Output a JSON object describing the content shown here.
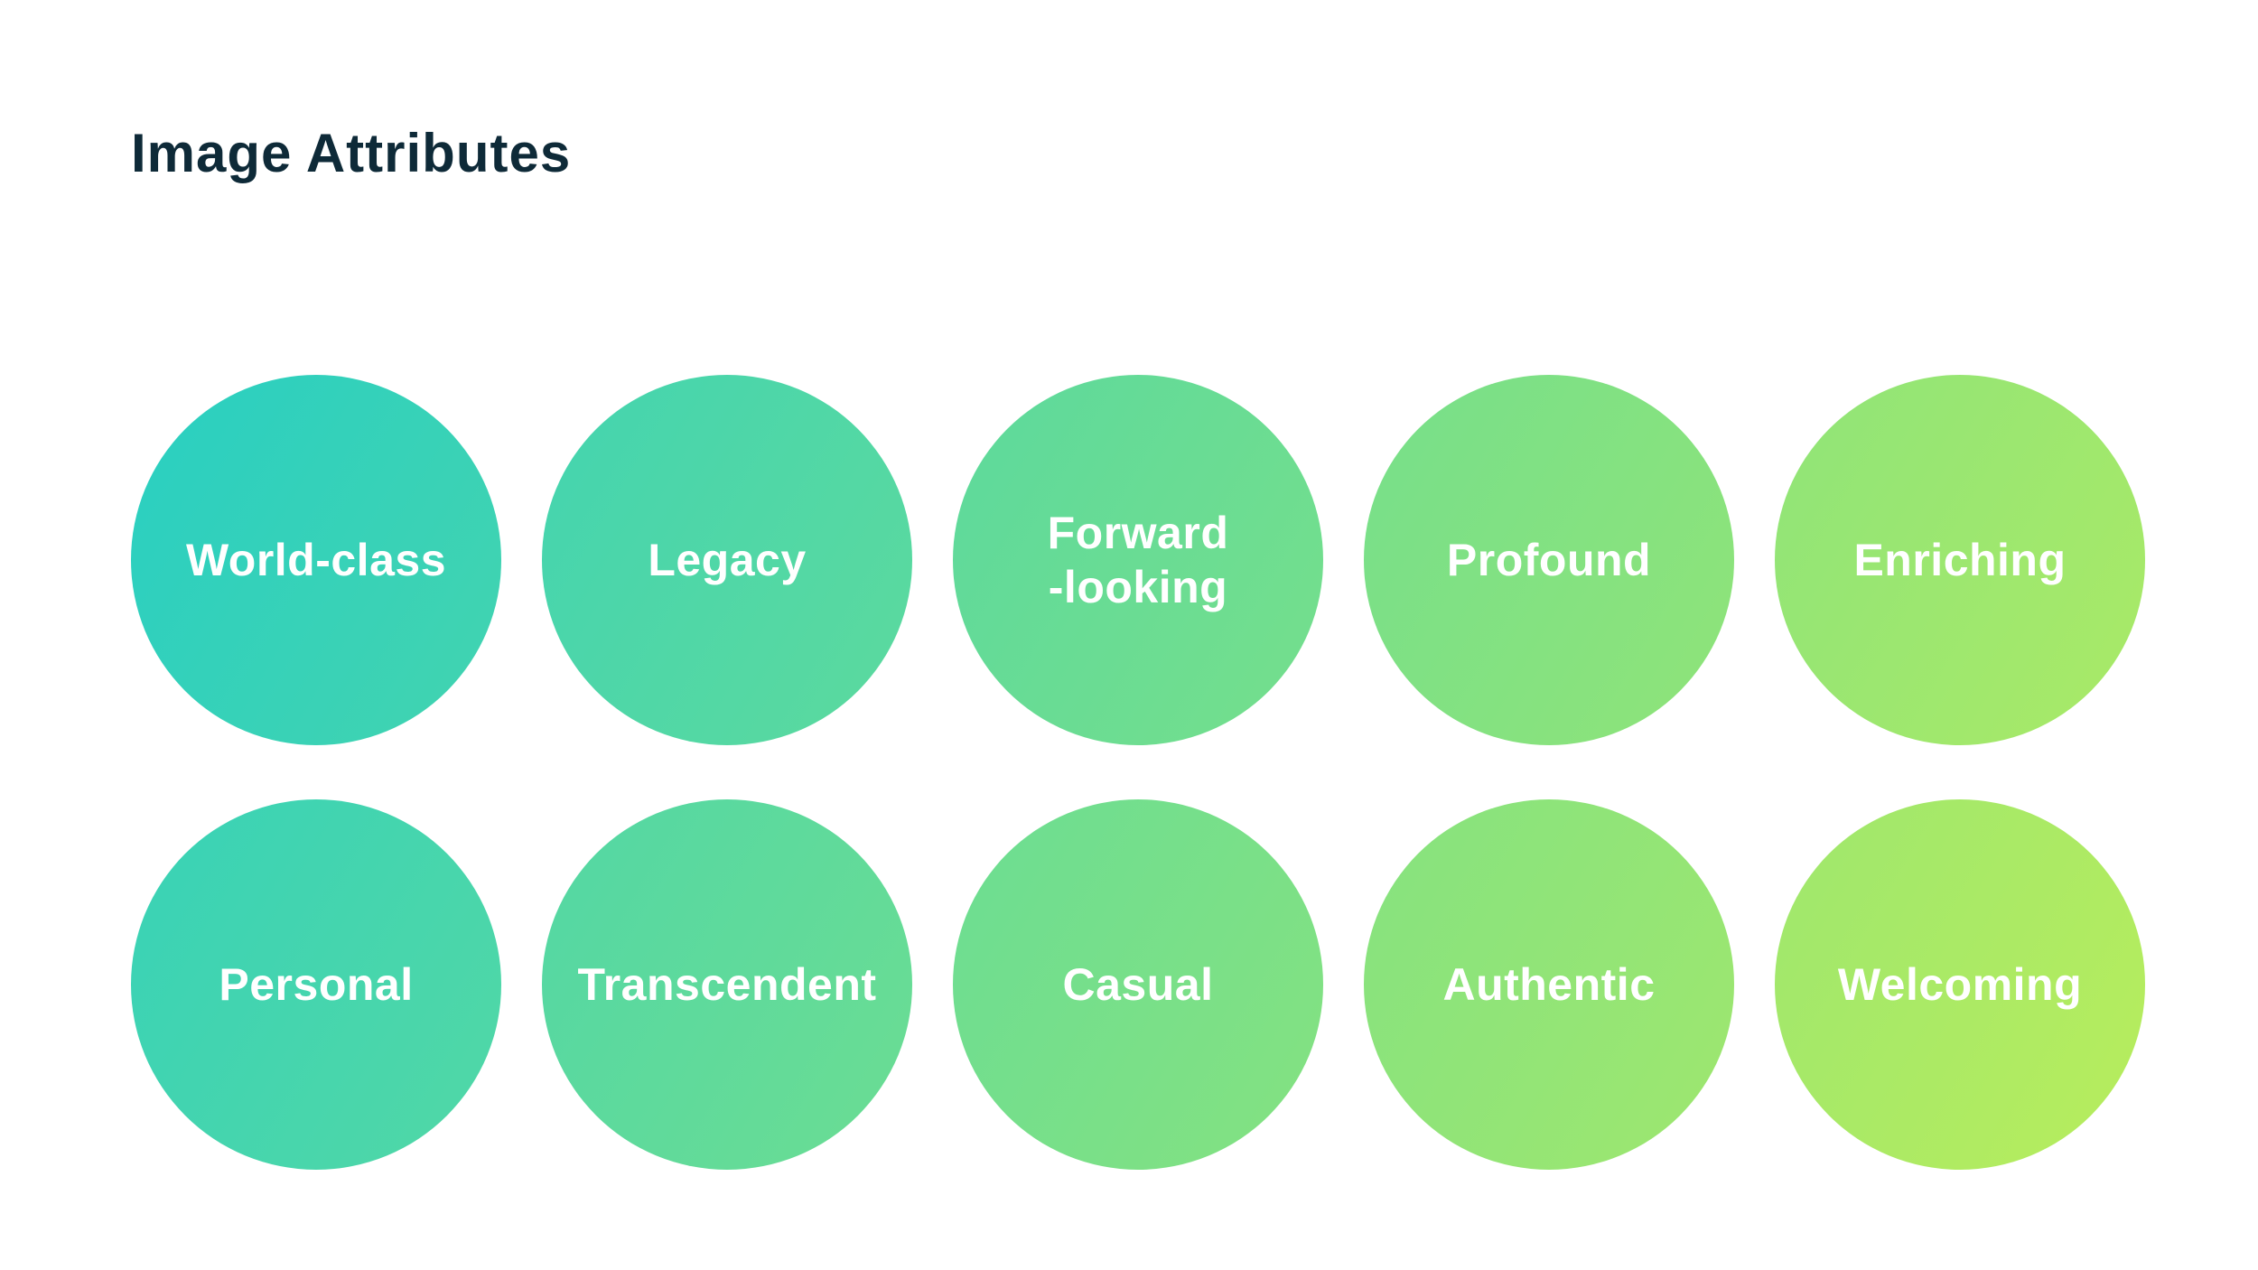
{
  "page": {
    "title": "Image Attributes",
    "title_color": "#0E2A38",
    "background_color": "#FFFFFF",
    "circle_text_color": "#FFFFFF",
    "gradient_angle_deg": 120
  },
  "circles": [
    {
      "label": "World-class",
      "row": 1,
      "col": 1,
      "gradient": [
        "#29CFC2",
        "#43D4AF"
      ]
    },
    {
      "label": "Legacy",
      "row": 1,
      "col": 2,
      "gradient": [
        "#43D4B0",
        "#5DDA9D"
      ]
    },
    {
      "label": "Forward\n-looking",
      "row": 1,
      "col": 3,
      "gradient": [
        "#5CD99D",
        "#76DF8B"
      ]
    },
    {
      "label": "Profound",
      "row": 1,
      "col": 4,
      "gradient": [
        "#76DF8B",
        "#90E478"
      ]
    },
    {
      "label": "Enriching",
      "row": 1,
      "col": 5,
      "gradient": [
        "#8FE479",
        "#AAEA66"
      ]
    },
    {
      "label": "Personal",
      "row": 2,
      "col": 1,
      "gradient": [
        "#38D2B7",
        "#52D8A5"
      ]
    },
    {
      "label": "Transcendent",
      "row": 2,
      "col": 2,
      "gradient": [
        "#52D7A5",
        "#6CDD92"
      ]
    },
    {
      "label": "Casual",
      "row": 2,
      "col": 3,
      "gradient": [
        "#6BDD93",
        "#85E280"
      ]
    },
    {
      "label": "Authentic",
      "row": 2,
      "col": 4,
      "gradient": [
        "#85E280",
        "#9FE76E"
      ]
    },
    {
      "label": "Welcoming",
      "row": 2,
      "col": 5,
      "gradient": [
        "#9EE76E",
        "#B8ED5C"
      ]
    }
  ]
}
